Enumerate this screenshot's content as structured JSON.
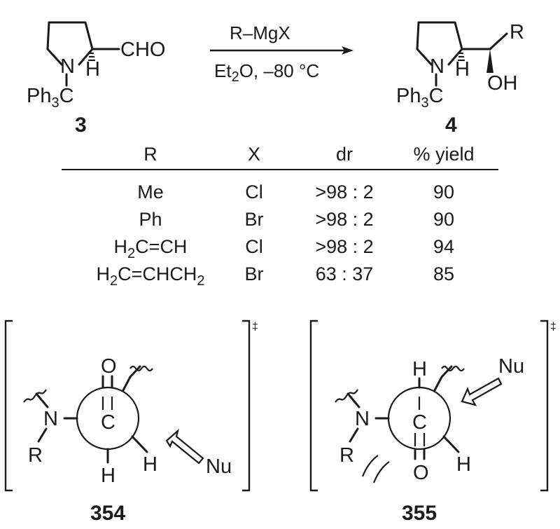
{
  "scheme": {
    "reagent": "R–MgX",
    "conditions_prefix": "Et",
    "conditions_sub": "2",
    "conditions_suffix": "O, –80 °C",
    "compound_3": {
      "label": "3",
      "aldehyde": "CHO",
      "nitrogen": "N",
      "hydrogen": "H",
      "trityl_ph": "Ph",
      "trityl_sub": "3",
      "trityl_c": "C"
    },
    "compound_4": {
      "label": "4",
      "r_group": "R",
      "hydroxyl": "OH",
      "nitrogen": "N",
      "hydrogen": "H",
      "trityl_ph": "Ph",
      "trityl_sub": "3",
      "trityl_c": "C"
    }
  },
  "table": {
    "headers": [
      "R",
      "X",
      "dr",
      "% yield"
    ],
    "rows": [
      {
        "r": "Me",
        "x": "Cl",
        "dr": ">98 : 2",
        "yield": "90"
      },
      {
        "r": "Ph",
        "x": "Br",
        "dr": ">98 : 2",
        "yield": "90"
      },
      {
        "r_parts": [
          "H",
          "2",
          "C=CH"
        ],
        "x": "Cl",
        "dr": ">98 : 2",
        "yield": "94"
      },
      {
        "r_parts": [
          "H",
          "2",
          "C=CHCH",
          "2"
        ],
        "x": "Br",
        "dr": "63 : 37",
        "yield": "85"
      }
    ]
  },
  "transition_states": {
    "dagger": "‡",
    "ts_354": {
      "label": "354",
      "oxygen": "O",
      "carbon": "C",
      "nitrogen": "N",
      "r_group": "R",
      "hydrogen_bottom": "H",
      "hydrogen_right": "H",
      "nucleophile": "Nu"
    },
    "ts_355": {
      "label": "355",
      "hydrogen_top": "H",
      "carbon": "C",
      "nitrogen": "N",
      "r_group": "R",
      "oxygen": "O",
      "hydrogen_right": "H",
      "nucleophile": "Nu"
    }
  }
}
